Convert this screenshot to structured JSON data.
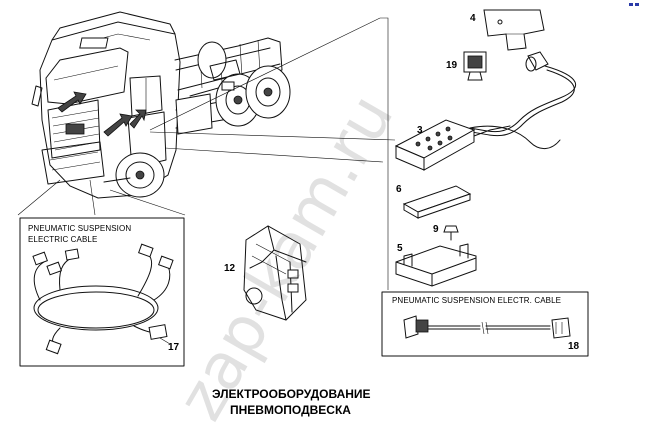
{
  "labels": {
    "callout_4": "4",
    "callout_19": "19",
    "callout_3": "3",
    "callout_6": "6",
    "callout_9": "9",
    "callout_5": "5",
    "callout_12": "12",
    "callout_17": "17",
    "callout_18": "18"
  },
  "boxes": {
    "cable_box_title_line1": "PNEUMATIC SUSPENSION",
    "cable_box_title_line2": "ELECTRIC CABLE",
    "electr_cable_box_title": "PNEUMATIC SUSPENSION ELECTR. CABLE"
  },
  "caption": {
    "line1": "ЭЛЕКТРООБОРУДОВАНИЕ",
    "line2": "ПНЕВМОПОДВЕСКА"
  },
  "watermark": "zap-kam.ru",
  "colors": {
    "ink": "#111111",
    "background": "#ffffff",
    "watermark": "#282828"
  }
}
